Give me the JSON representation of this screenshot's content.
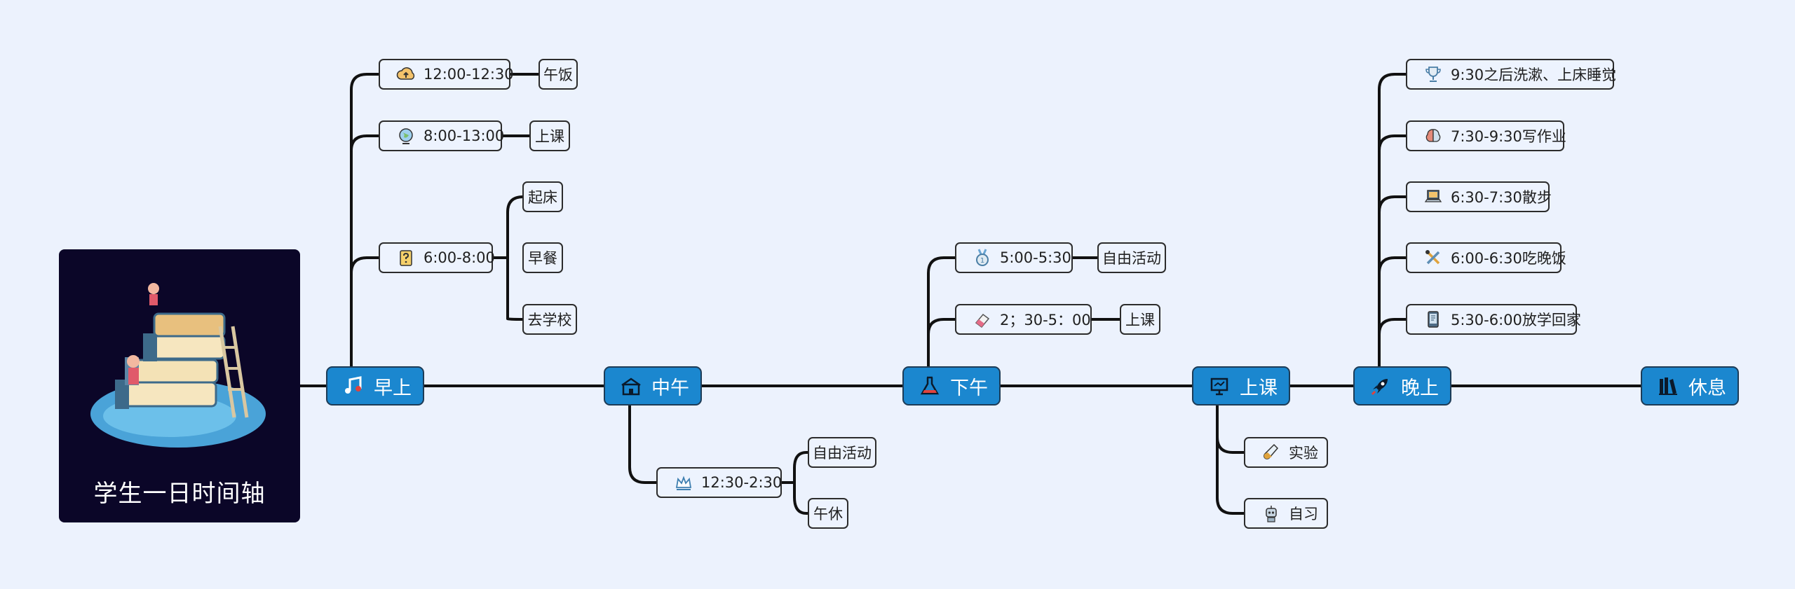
{
  "root": {
    "title": "学生一日时间轴"
  },
  "colors": {
    "background": "#ecf2fd",
    "main_topic": "#1b87cf",
    "root_bg": "#0b0628",
    "line": "#111111"
  },
  "topics": [
    {
      "label": "早上",
      "icon": "music-note-icon"
    },
    {
      "label": "中午",
      "icon": "school-building-icon"
    },
    {
      "label": "下午",
      "icon": "flask-icon"
    },
    {
      "label": "上课",
      "icon": "presentation-board-icon"
    },
    {
      "label": "晚上",
      "icon": "rocket-icon"
    },
    {
      "label": "休息",
      "icon": "books-icon"
    }
  ],
  "morning": {
    "slots": [
      {
        "time": "12:00-12:30",
        "icon": "cloud-upload-icon",
        "items": [
          "午饭"
        ]
      },
      {
        "time": "8:00-13:00",
        "icon": "globe-icon",
        "items": [
          "上课"
        ]
      },
      {
        "time": "6:00-8:00",
        "icon": "question-note-icon",
        "items": [
          "起床",
          "早餐",
          "去学校"
        ]
      }
    ]
  },
  "noon": {
    "slots": [
      {
        "time": "12:30-2:30",
        "icon": "crown-icon",
        "items": [
          "自由活动",
          "午休"
        ]
      }
    ]
  },
  "afternoon": {
    "slots": [
      {
        "time": "5:00-5:30",
        "icon": "medal-icon",
        "items": [
          "自由活动"
        ]
      },
      {
        "time": "2；30-5：00",
        "icon": "eraser-icon",
        "items": [
          "上课"
        ]
      }
    ]
  },
  "class": {
    "items": [
      {
        "label": "实验",
        "icon": "test-tube-icon"
      },
      {
        "label": "自习",
        "icon": "robot-icon"
      }
    ]
  },
  "evening": {
    "items": [
      {
        "label": "9:30之后洗漱、上床睡觉",
        "icon": "trophy-icon"
      },
      {
        "label": "7:30-9:30写作业",
        "icon": "brain-icon"
      },
      {
        "label": "6:30-7:30散步",
        "icon": "laptop-icon"
      },
      {
        "label": "6:00-6:30吃晚饭",
        "icon": "tools-icon"
      },
      {
        "label": "5:30-6:00放学回家",
        "icon": "tablet-icon"
      }
    ]
  }
}
